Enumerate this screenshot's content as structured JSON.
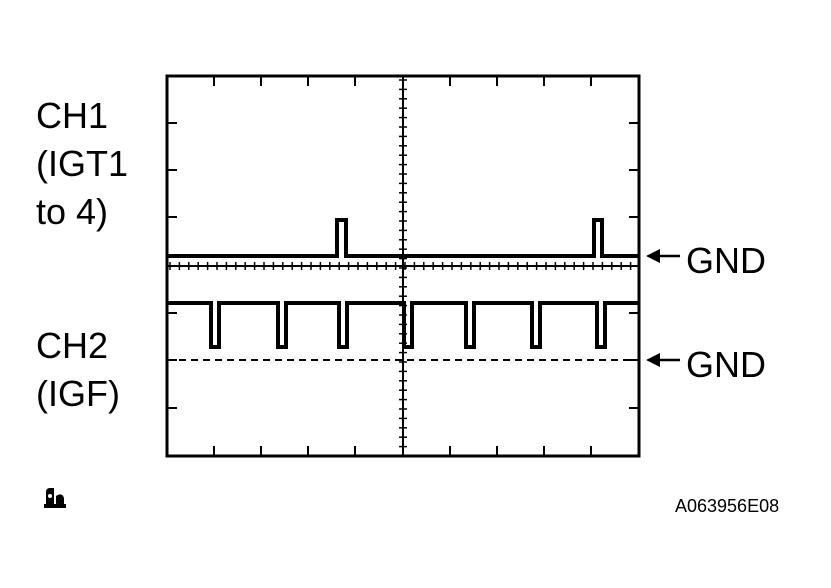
{
  "labels": {
    "ch1_line1": "CH1",
    "ch1_line2": "(IGT1",
    "ch1_line3": "to 4)",
    "ch2_line1": "CH2",
    "ch2_line2": "(IGF)",
    "gnd1": "GND",
    "gnd2": "GND",
    "figure_code": "A063956E08"
  },
  "icons": {
    "corner_icon": "oscilloscope-icon"
  },
  "colors": {
    "ink": "#000000",
    "background": "#ffffff"
  }
}
